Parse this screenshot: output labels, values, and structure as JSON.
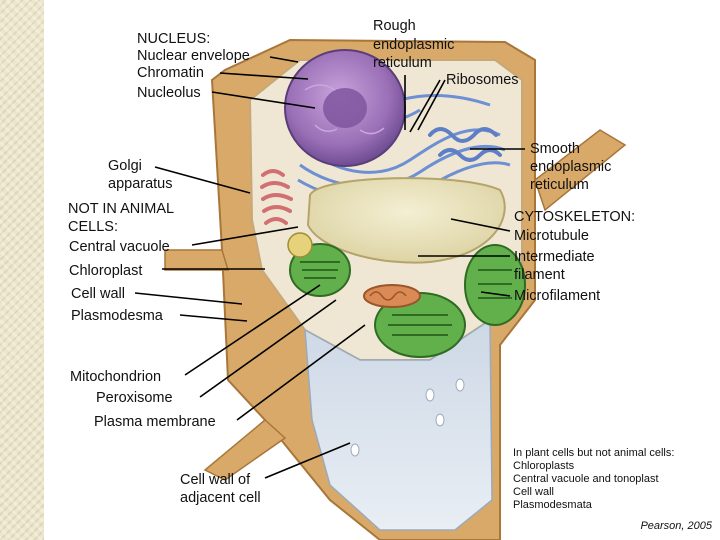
{
  "labels": {
    "nucleus_heading": "NUCLEUS:",
    "nuclear_envelope": "Nuclear envelope",
    "chromatin": "Chromatin",
    "nucleolus": "Nucleolus",
    "rough_er_1": "Rough",
    "rough_er_2": "endoplasmic",
    "rough_er_3": "reticulum",
    "ribosomes": "Ribosomes",
    "smooth_er_1": "Smooth",
    "smooth_er_2": "endoplasmic",
    "smooth_er_3": "reticulum",
    "golgi_1": "Golgi",
    "golgi_2": "apparatus",
    "not_animal_1": "NOT IN ANIMAL",
    "not_animal_2": "CELLS:",
    "central_vacuole": "Central vacuole",
    "chloroplast": "Chloroplast",
    "cell_wall": "Cell wall",
    "plasmodesma": "Plasmodesma",
    "cytoskeleton": "CYTOSKELETON:",
    "microtubule": "Microtubule",
    "intermediate_1": "Intermediate",
    "intermediate_2": "filament",
    "microfilament": "Microfilament",
    "mitochondrion": "Mitochondrion",
    "peroxisome": "Peroxisome",
    "plasma_membrane": "Plasma membrane",
    "cell_wall_adj_1": "Cell wall of",
    "cell_wall_adj_2": "adjacent cell"
  },
  "note": {
    "heading": "In plant cells but not animal cells:",
    "items": [
      "Chloroplasts",
      "Central vacuole and tonoplast",
      "Cell wall",
      "Plasmodesmata"
    ]
  },
  "credit": "Pearson, 2005",
  "colors": {
    "cell_wall": "#d9a96a",
    "cytoplasm": "#efe7d3",
    "nucleus": "#9a6fb6",
    "rough_er": "#6d8fd4",
    "vacuole": "#e7dfb3",
    "chloroplast": "#62b04c",
    "golgi": "#d26f73",
    "mitochondrion": "#d98a55",
    "sidebar": "#ece6cd"
  }
}
